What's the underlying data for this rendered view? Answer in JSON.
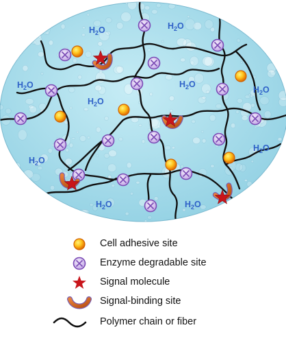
{
  "water_label": {
    "main": "H",
    "sub": "2",
    "tail": "O"
  },
  "legend": [
    {
      "id": "cell-adhesive",
      "label": "Cell adhesive site"
    },
    {
      "id": "enzyme-degradable",
      "label": "Enzyme degradable site"
    },
    {
      "id": "signal-molecule",
      "label": "Signal molecule"
    },
    {
      "id": "signal-binding",
      "label": "Signal-binding site"
    },
    {
      "id": "polymer-chain",
      "label": "Polymer chain or fiber"
    }
  ],
  "colors": {
    "hydrogel_fill": "#a9dcea",
    "chain": "#111111",
    "adhesive_outer": "#f08a10",
    "adhesive_inner": "#ffd23a",
    "enzyme_fill": "#d9c8f0",
    "enzyme_stroke": "#7b4bb5",
    "signal_molecule": "#c8151b",
    "binding_site": "#d8641e",
    "binding_site_edge": "#7a5fb0",
    "water_text": "#2f62c8"
  }
}
